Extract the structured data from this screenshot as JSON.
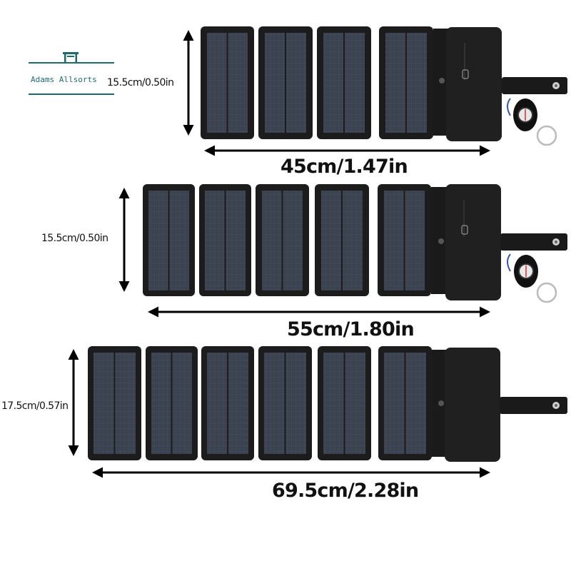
{
  "logo": {
    "text": "Adams Allsorts"
  },
  "products": [
    {
      "panel_count": 4,
      "height_label": "15.5cm/0.50in",
      "width_label": "45cm/1.47in",
      "has_compass": true
    },
    {
      "panel_count": 5,
      "height_label": "15.5cm/0.50in",
      "width_label": "55cm/1.80in",
      "has_compass": true
    },
    {
      "panel_count": 6,
      "height_label": "17.5cm/0.57in",
      "width_label": "69.5cm/2.28in",
      "has_compass": false
    }
  ],
  "colors": {
    "frame": "#1c1c1c",
    "cell": "#3b4250",
    "cell_line": "#5d6678",
    "pouch": "#202020",
    "arrow": "#000000"
  }
}
